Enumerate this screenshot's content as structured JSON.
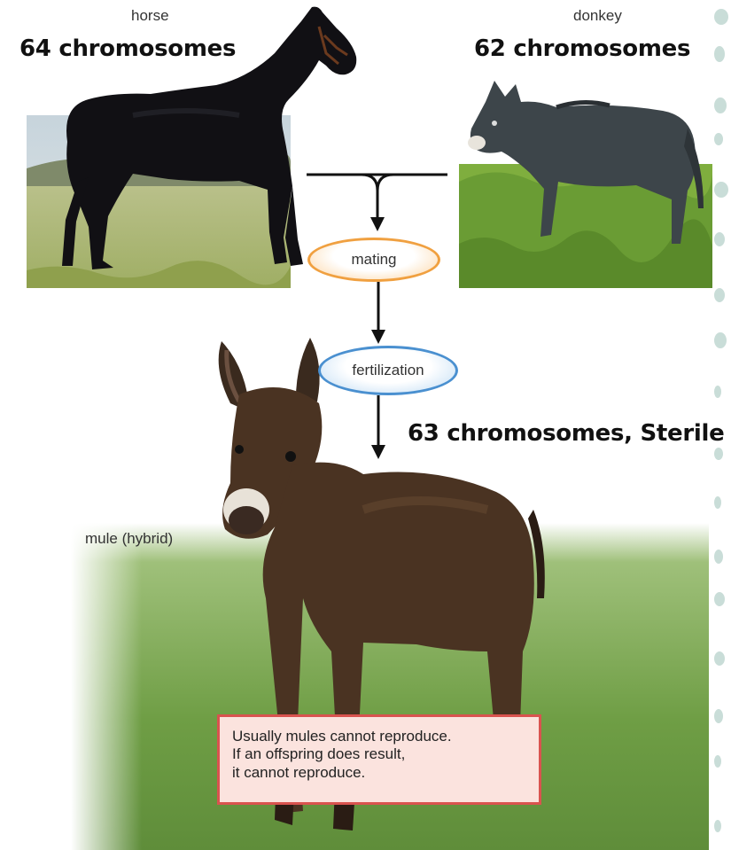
{
  "parents": {
    "horse": {
      "name": "horse",
      "chromosomes": "64 chromosomes"
    },
    "donkey": {
      "name": "donkey",
      "chromosomes": "62 chromosomes"
    }
  },
  "steps": {
    "mating": "mating",
    "fertilization": "fertilization"
  },
  "offspring": {
    "name": "mule (hybrid)",
    "chromosomes": "63 chromosomes, Sterile"
  },
  "note": {
    "lines": [
      "Usually mules cannot reproduce.",
      "If an offspring does result,",
      "it cannot reproduce."
    ]
  },
  "colors": {
    "mating_oval": "#f0a040",
    "fertilization_oval": "#4a90d0",
    "note_border": "#d9534f",
    "note_fill": "#fbe3de",
    "decor_dots": "#c9ddd8"
  }
}
